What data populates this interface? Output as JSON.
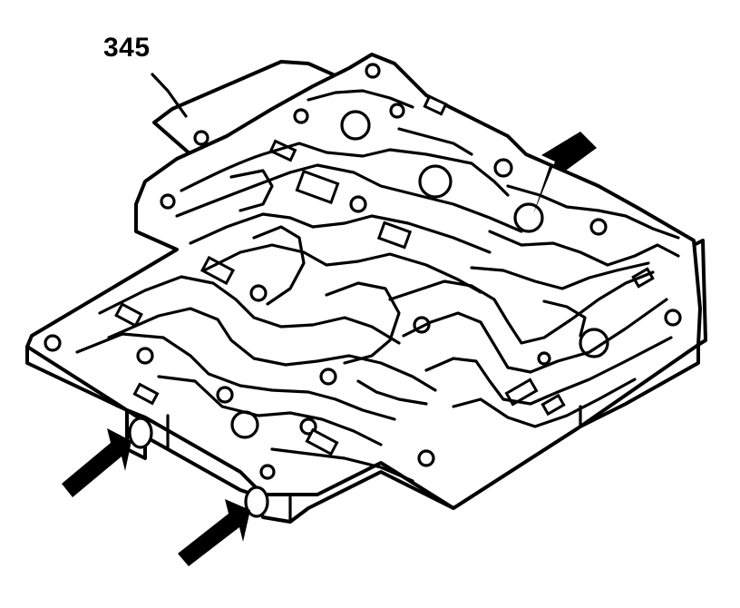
{
  "diagram": {
    "reference_number": "345",
    "colors": {
      "line": "#000000",
      "background": "#ffffff"
    },
    "arrows": [
      "top-right-arrow",
      "bottom-left-arrow-1",
      "bottom-left-arrow-2"
    ]
  }
}
